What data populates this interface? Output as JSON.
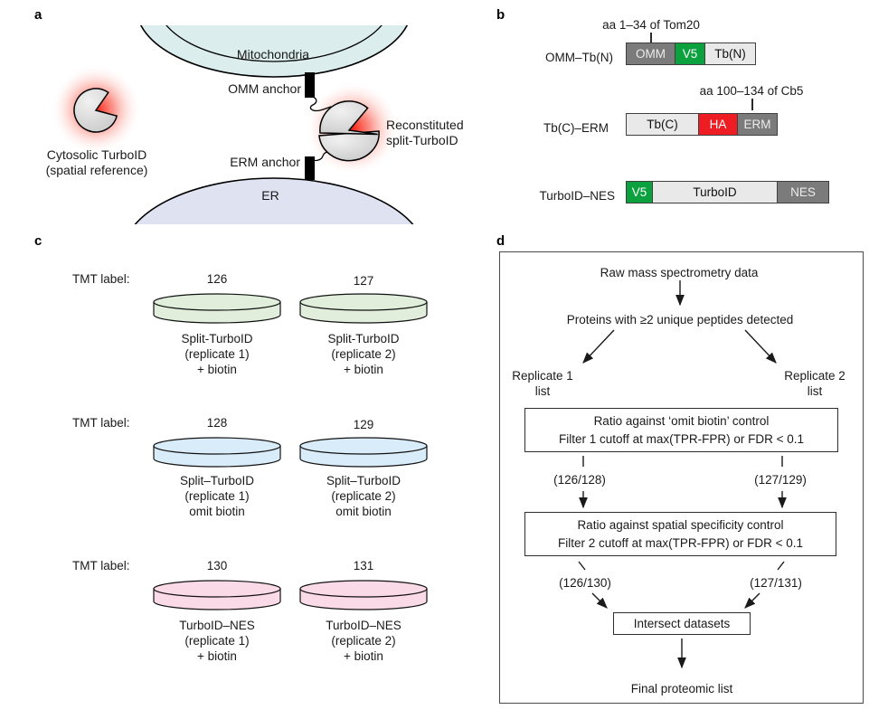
{
  "panel_a": {
    "label": "a",
    "mitochondria": "Mitochondria",
    "er": "ER",
    "omm_anchor": "OMM anchor",
    "erm_anchor": "ERM anchor",
    "cytosolic_line1": "Cytosolic TurboID",
    "cytosolic_line2": "(spatial reference)",
    "reconstituted_line1": "Reconstituted",
    "reconstituted_line2": "split-TurboID",
    "colors": {
      "mitochondria_fill": "#dcedee",
      "er_fill": "#dfe2f1",
      "glow_red": "#f81606",
      "enzyme_gray": "#d6d6d6",
      "outline": "#000000"
    }
  },
  "panel_b": {
    "label": "b",
    "constructs": [
      {
        "name": "OMM–Tb(N)",
        "annotation": "aa 1–34 of Tom20",
        "segments": [
          {
            "text": "OMM",
            "style": "dark"
          },
          {
            "text": "V5",
            "style": "green"
          },
          {
            "text": "Tb(N)",
            "style": "light"
          }
        ]
      },
      {
        "name": "Tb(C)–ERM",
        "annotation": "aa 100–134 of Cb5",
        "segments": [
          {
            "text": "Tb(C)",
            "style": "light"
          },
          {
            "text": "HA",
            "style": "red"
          },
          {
            "text": "ERM",
            "style": "dark"
          }
        ]
      },
      {
        "name": "TurboID–NES",
        "annotation": "",
        "segments": [
          {
            "text": "V5",
            "style": "green"
          },
          {
            "text": "TurboID",
            "style": "light"
          },
          {
            "text": "NES",
            "style": "dark"
          }
        ]
      }
    ],
    "colors": {
      "dark": "#7b7b7b",
      "light": "#e9e9e9",
      "green": "#0aa13e",
      "red": "#ee1c23"
    }
  },
  "panel_c": {
    "label": "c",
    "rows": [
      {
        "tmt_label": "TMT label:",
        "dish_color": "#e1eedb",
        "dishes": [
          {
            "tmt": "126",
            "lines": [
              "Split-TurboID",
              "(replicate 1)",
              "+ biotin"
            ]
          },
          {
            "tmt": "127",
            "lines": [
              "Split-TurboID",
              "(replicate 2)",
              "+ biotin"
            ]
          }
        ]
      },
      {
        "tmt_label": "TMT label:",
        "dish_color": "#d8ecf9",
        "dishes": [
          {
            "tmt": "128",
            "lines": [
              "Split–TurboID",
              "(replicate 1)",
              "omit biotin"
            ]
          },
          {
            "tmt": "129",
            "lines": [
              "Split–TurboID",
              "(replicate 2)",
              "omit biotin"
            ]
          }
        ]
      },
      {
        "tmt_label": "TMT label:",
        "dish_color": "#fbdae7",
        "dishes": [
          {
            "tmt": "130",
            "lines": [
              "TurboID–NES",
              "(replicate 1)",
              "+ biotin"
            ]
          },
          {
            "tmt": "131",
            "lines": [
              "TurboID–NES",
              "(replicate 2)",
              "+ biotin"
            ]
          }
        ]
      }
    ]
  },
  "panel_d": {
    "label": "d",
    "raw": "Raw mass spectrometry data",
    "peptides": "Proteins with ≥2 unique peptides detected",
    "replicate1_line1": "Replicate 1",
    "replicate1_line2": "list",
    "replicate2_line1": "Replicate 2",
    "replicate2_line2": "list",
    "filter1_line1": "Ratio against ‘omit biotin’ control",
    "filter1_line2": "Filter 1 cutoff at max(TPR-FPR) or FDR < 0.1",
    "ratio_126_128": "(126/128)",
    "ratio_127_129": "(127/129)",
    "filter2_line1": "Ratio against spatial specificity control",
    "filter2_line2": "Filter 2 cutoff at max(TPR-FPR) or FDR < 0.1",
    "ratio_126_130": "(126/130)",
    "ratio_127_131": "(127/131)",
    "intersect": "Intersect datasets",
    "final": "Final proteomic list"
  }
}
